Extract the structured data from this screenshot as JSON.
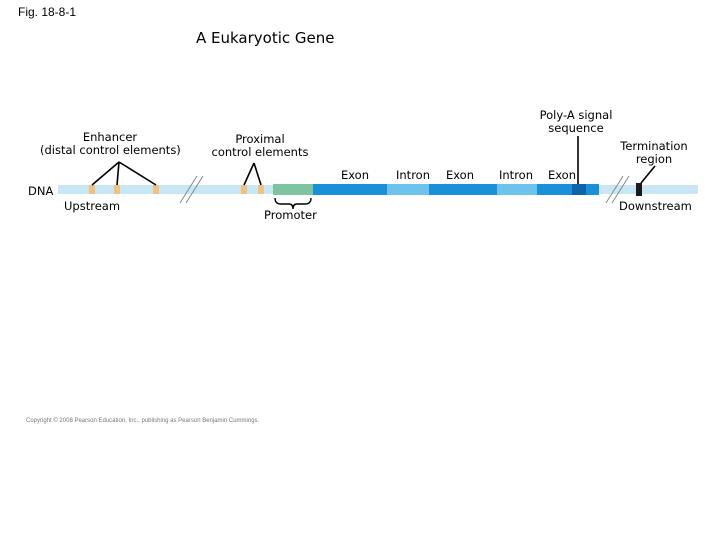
{
  "figure_label": "Fig. 18-8-1",
  "title": "A Eukaryotic Gene",
  "labels": {
    "enhancer": "Enhancer",
    "enhancer_sub": "(distal control elements)",
    "proximal": "Proximal",
    "proximal_sub": "control elements",
    "polya": "Poly-A signal",
    "polya_sub": "sequence",
    "termination": "Termination",
    "termination_sub": "region",
    "dna": "DNA",
    "upstream": "Upstream",
    "promoter": "Promoter",
    "downstream": "Downstream",
    "exon_1": "Exon",
    "intron_1": "Intron",
    "exon_2": "Exon",
    "intron_2": "Intron",
    "exon_3": "Exon"
  },
  "colors": {
    "dna_strand": "#c9e6f4",
    "exon": "#1a90d9",
    "intron": "#6cc4ec",
    "promoter": "#7ec4a0",
    "control_element": "#f2c27a",
    "polya_signal": "#0f64a8",
    "termination_region": "#1a1a1a"
  },
  "copyright": "Copyright © 2008 Pearson Education, Inc., publishing as Pearson Benjamin Cummings."
}
